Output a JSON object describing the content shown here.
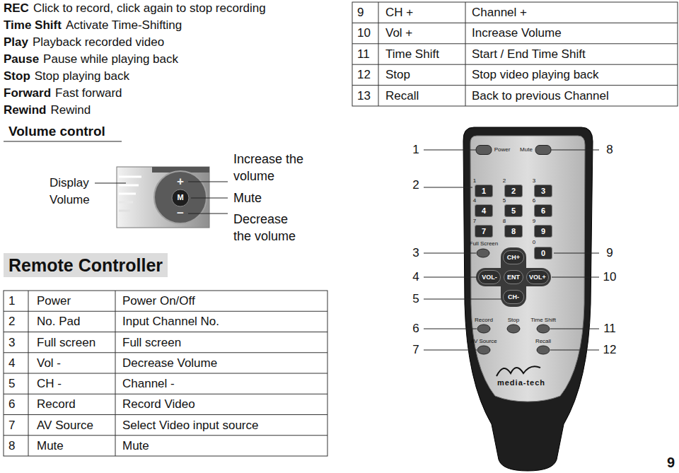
{
  "diagram": {
    "nodes": [
      {
        "text": [
          "1"
        ]
      },
      {
        "text": [
          "2"
        ]
      },
      {
        "text": [
          "3"
        ]
      },
      {
        "text": [
          "4"
        ]
      },
      {
        "text": [
          "5"
        ]
      },
      {
        "text": [
          "6"
        ]
      },
      {
        "text": [
          "7"
        ]
      },
      {
        "text": [
          "8"
        ]
      },
      {
        "text": [
          "9"
        ]
      },
      {
        "text": [
          "0"
        ]
      },
      {
        "text": [
          "CH+"
        ]
      },
      {
        "text": [
          "VOL-"
        ]
      },
      {
        "text": [
          "ENT"
        ]
      },
      {
        "text": [
          "VOL+"
        ]
      },
      {
        "text": [
          "CH-"
        ]
      }
    ],
    "labels": [
      "REC",
      "Click to record, click again to stop recording",
      "Time Shift",
      "Activate Time-Shifting",
      "Play",
      "Playback recorded video",
      "Pause",
      "Pause while playing back",
      "Stop",
      "Stop playing back",
      "Forward",
      "Fast forward",
      "Rewind",
      "Rewind",
      "Volume control",
      "Display Volume",
      "+",
      "M",
      "−",
      "Increase the volume",
      "Mute",
      "Decrease the volume",
      "Remote Controller",
      "1",
      "Power",
      "Power On/Off",
      "2",
      "No. Pad",
      "Input Channel No.",
      "3",
      "Full screen",
      "Full screen",
      "4",
      "Vol -",
      "Decrease Volume",
      "5",
      "CH -",
      "Channel -",
      "6",
      "Record",
      "Record Video",
      "7",
      "AV Source",
      "Select Video input source",
      "8",
      "Mute",
      "Mute",
      "9",
      "CH +",
      "Channel +",
      "10",
      "Vol +",
      "Increase Volume",
      "11",
      "Time Shift",
      "Start / End Time Shift",
      "12",
      "Stop",
      "Stop video playing back",
      "13",
      "Recall",
      "Back to previous Channel",
      "Power",
      "Mute",
      "1",
      "2",
      "3",
      "4",
      "5",
      "6",
      "7",
      "8",
      "9",
      "Full Screen",
      "0",
      "Record",
      "Stop",
      "Time Shift",
      "AV Source",
      "Recall",
      "media-tech",
      "1",
      "2",
      "3",
      "4",
      "5",
      "6",
      "7",
      "8",
      "9",
      "10",
      "11",
      "12",
      "9"
    ]
  }
}
